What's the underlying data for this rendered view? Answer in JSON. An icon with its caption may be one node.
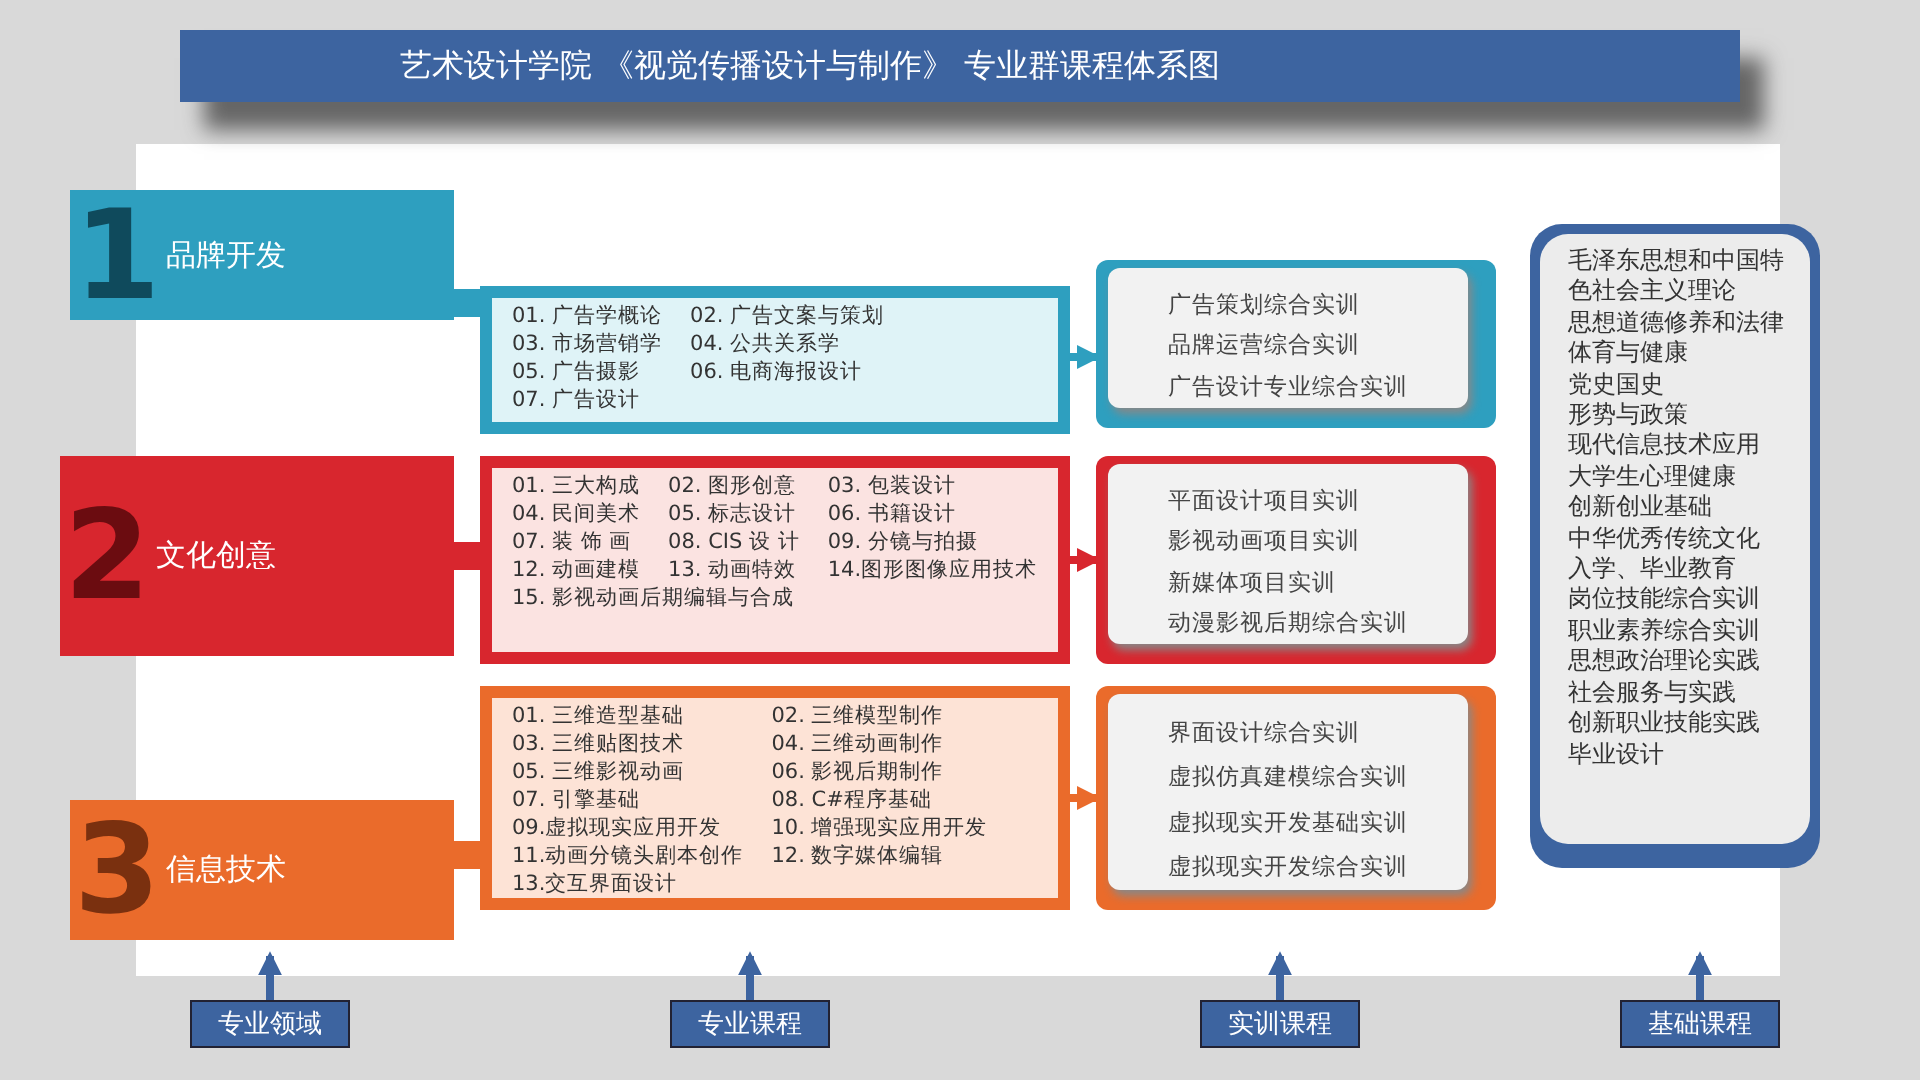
{
  "diagram": {
    "title": "艺术设计学院 《视觉传播设计与制作》 专业群课程体系图",
    "nodes": [
      {
        "text": [
          "1",
          "品牌开发"
        ]
      },
      {
        "text": [
          "2",
          "文化创意"
        ]
      },
      {
        "text": [
          "3",
          "信息技术"
        ]
      },
      {
        "text": [
          "01. 广告学概论",
          "02. 广告文案与策划",
          "03. 市场营销学",
          "04. 公共关系学",
          "05. 广告摄影",
          "06. 电商海报设计",
          "07. 广告设计"
        ]
      },
      {
        "text": [
          "01. 三大构成",
          "02. 图形创意",
          "03. 包装设计",
          "04. 民间美术",
          "05. 标志设计",
          "06. 书籍设计",
          "07. 装 饰 画",
          "08. CIS 设 计",
          "09. 分镜与拍摄",
          "12. 动画建模",
          "13. 动画特效",
          "14.图形图像应用技术",
          "15. 影视动画后期编辑与合成"
        ]
      },
      {
        "text": [
          "01. 三维造型基础",
          "02. 三维模型制作",
          "03. 三维贴图技术",
          "04. 三维动画制作",
          "05. 三维影视动画",
          "06. 影视后期制作",
          "07. 引擎基础",
          "08. C#程序基础",
          "09.虚拟现实应用开发",
          "10. 增强现实应用开发",
          "11.动画分镜头剧本创作",
          "12. 数字媒体编辑",
          "13.交互界面设计"
        ]
      },
      {
        "text": [
          "广告策划综合实训",
          "品牌运营综合实训",
          "广告设计专业综合实训"
        ]
      },
      {
        "text": [
          "平面设计项目实训",
          "影视动画项目实训",
          "新媒体项目实训",
          "动漫影视后期综合实训"
        ]
      },
      {
        "text": [
          "界面设计综合实训",
          "虚拟仿真建模综合实训",
          "虚拟现实开发基础实训",
          "虚拟现实开发综合实训"
        ]
      },
      {
        "text": [
          "毛泽东思想和中国特色社会主义理论",
          "思想道德修养和法律",
          "体育与健康",
          "党史国史",
          "形势与政策",
          "现代信息技术应用",
          "大学生心理健康",
          "创新创业基础",
          "中华优秀传统文化",
          "入学、毕业教育",
          "岗位技能综合实训",
          "职业素养综合实训",
          "思想政治理论实践",
          "社会服务与实践",
          "创新职业技能实践",
          "毕业设计"
        ]
      },
      {
        "text": [
          "专业领域"
        ]
      },
      {
        "text": [
          "专业课程"
        ]
      },
      {
        "text": [
          "实训课程"
        ]
      },
      {
        "text": [
          "基础课程"
        ]
      }
    ],
    "edges": [
      {
        "from": 0,
        "to": 3,
        "arrow": "none",
        "style": "thick",
        "color": "#2e9fbf"
      },
      {
        "from": 1,
        "to": 4,
        "arrow": "none",
        "style": "thick",
        "color": "#d8262e"
      },
      {
        "from": 2,
        "to": 5,
        "arrow": "none",
        "style": "thick",
        "color": "#ea6b2b"
      },
      {
        "from": 3,
        "to": 6,
        "arrow": "to",
        "color": "#2e9fbf"
      },
      {
        "from": 4,
        "to": 7,
        "arrow": "to",
        "color": "#d8262e"
      },
      {
        "from": 5,
        "to": 8,
        "arrow": "to",
        "color": "#ea6b2b"
      },
      {
        "from": 10,
        "to": null,
        "arrow": "to",
        "color": "#3d64a0"
      },
      {
        "from": 11,
        "to": null,
        "arrow": "to",
        "color": "#3d64a0"
      },
      {
        "from": 12,
        "to": null,
        "arrow": "to",
        "color": "#3d64a0"
      },
      {
        "from": 13,
        "to": null,
        "arrow": "to",
        "color": "#3d64a0"
      }
    ]
  }
}
